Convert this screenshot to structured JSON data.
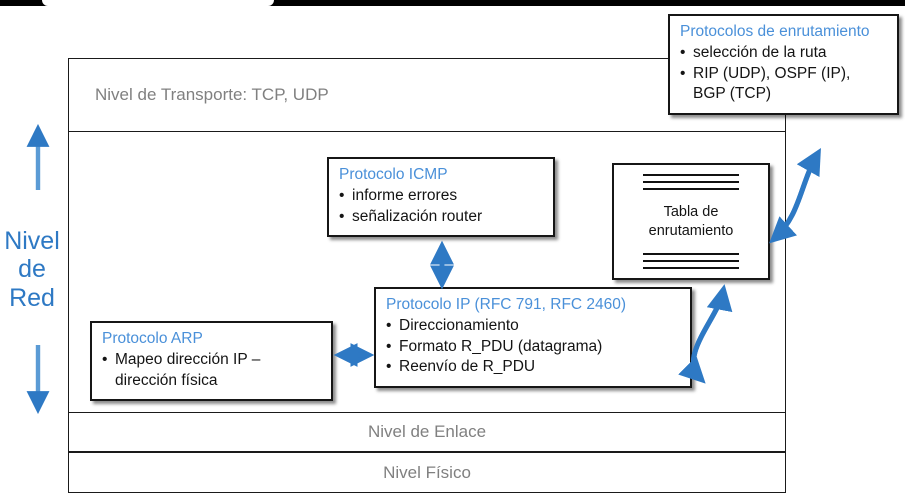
{
  "stack": {
    "transport_label": "Nivel de Transporte: TCP, UDP",
    "enlace_label": "Nivel de Enlace",
    "fisico_label": "Nivel Físico"
  },
  "side_label": {
    "line1": "Nivel",
    "line2": "de",
    "line3": "Red",
    "color": "#2E79C4"
  },
  "boxes": {
    "routing": {
      "title": "Protocolos de enrutamiento",
      "bullets": [
        "selección de la ruta",
        "RIP (UDP), OSPF (IP), BGP (TCP)"
      ]
    },
    "icmp": {
      "title": "Protocolo ICMP",
      "bullets": [
        "informe errores",
        "señalización router"
      ]
    },
    "ip": {
      "title": "Protocolo IP (RFC 791, RFC 2460)",
      "bullets": [
        "Direccionamiento",
        "Formato R_PDU (datagrama)",
        "Reenvío de R_PDU"
      ]
    },
    "arp": {
      "title": "Protocolo ARP",
      "bullets": [
        "Mapeo dirección IP – dirección física"
      ]
    },
    "routing_table": {
      "line1": "Tabla de",
      "line2": "enrutamiento"
    }
  },
  "colors": {
    "box_title": "#4A90D9",
    "arrow": "#2E79C4",
    "layer_text": "#808080",
    "outline": "#161616"
  }
}
